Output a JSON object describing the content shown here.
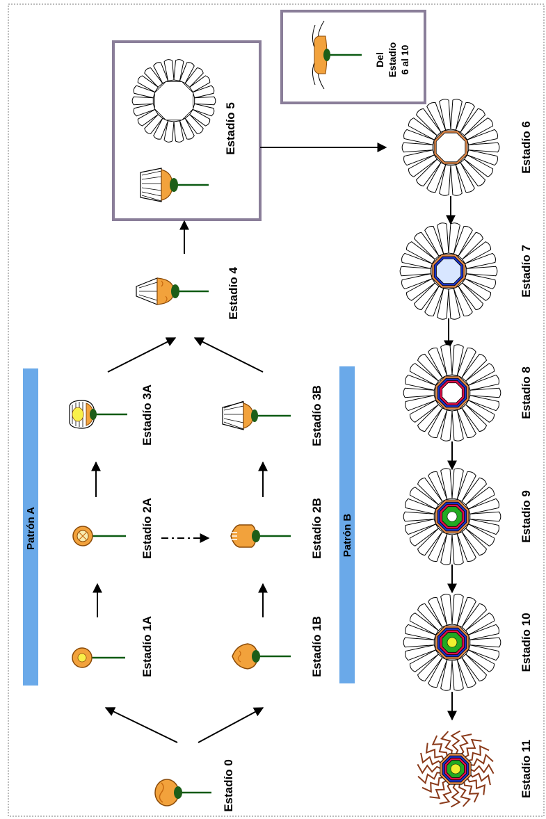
{
  "patterns": {
    "a": "Patrón A",
    "b": "Patrón B"
  },
  "stages": {
    "s0": "Estadío 0",
    "s1a": "Estadío 1A",
    "s2a": "Estadío 2A",
    "s3a": "Estadío 3A",
    "s1b": "Estadío 1B",
    "s2b": "Estadío 2B",
    "s3b": "Estadío 3B",
    "s4": "Estadío 4",
    "s5": "Estadío 5",
    "s6": "Estadío 6",
    "s7": "Estadío 7",
    "s8": "Estadío 8",
    "s9": "Estadío 9",
    "s10": "Estadío 10",
    "s11": "Estadío 11"
  },
  "inset": {
    "line1": "Del",
    "line2": "Estadío",
    "line3": "6 al 10"
  },
  "colors": {
    "band": "#6aa9e9",
    "frame": "#8a7e99",
    "bud": "#f2a23c",
    "bud_dark": "#c86a10",
    "stem": "#0b5a12",
    "ring_orange": "#e0894a",
    "ring_blue": "#1a33c8",
    "ring_red": "#e0104a",
    "disc_green": "#22aa22",
    "disc_yellow": "#f0f030",
    "disc_light_blue": "#d8e6ff"
  }
}
